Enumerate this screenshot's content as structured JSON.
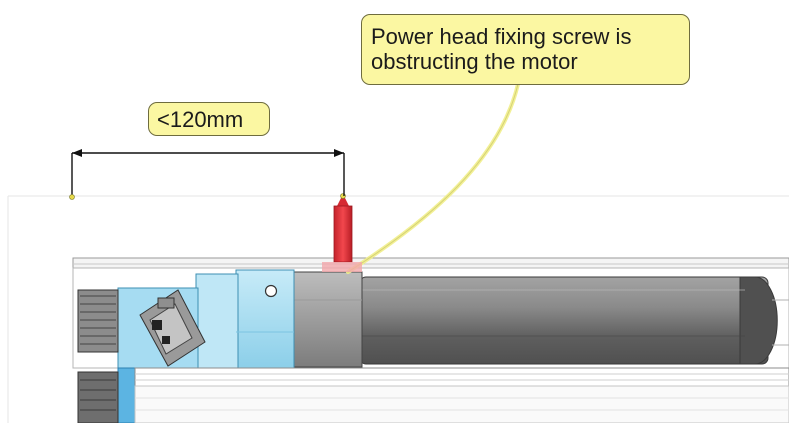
{
  "dimension": {
    "label": "<120mm"
  },
  "callout": {
    "line1": "Power head fixing screw is",
    "line2": "obstructing the motor"
  },
  "colors": {
    "label_fill": "#fbf7a2",
    "screw_red": "#e8393f",
    "power_head_blue": "#a9dcef",
    "motor_grey": "#7a7a7a",
    "motor_dark": "#4a4a4a"
  }
}
